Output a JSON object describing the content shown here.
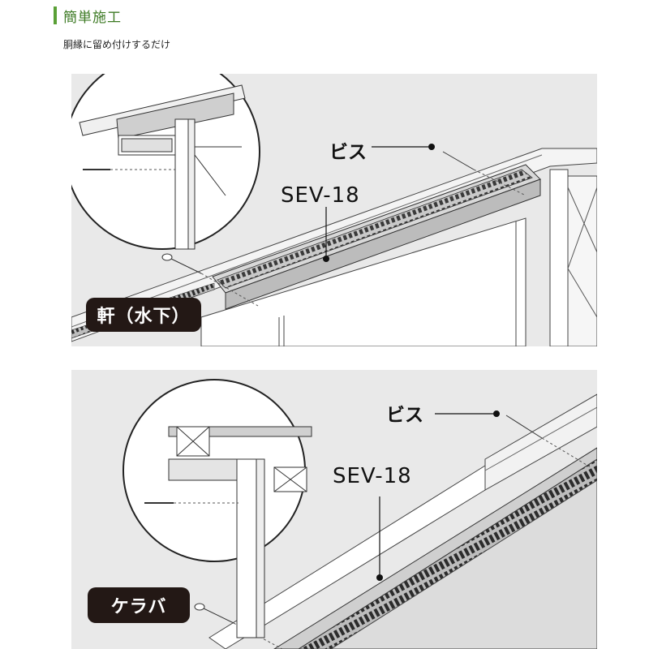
{
  "header": {
    "title": "簡単施工"
  },
  "subtitle": "胴縁に留め付けするだけ",
  "figure1": {
    "badge": "軒（水下）",
    "screw_label": "ビス",
    "product_label": "SEV-18"
  },
  "figure2": {
    "badge": "ケラバ",
    "screw_label": "ビス",
    "product_label": "SEV-18"
  },
  "colors": {
    "accent": "#5aa036",
    "badge_bg": "#231815",
    "panel_bg": "#e9e9e9"
  }
}
